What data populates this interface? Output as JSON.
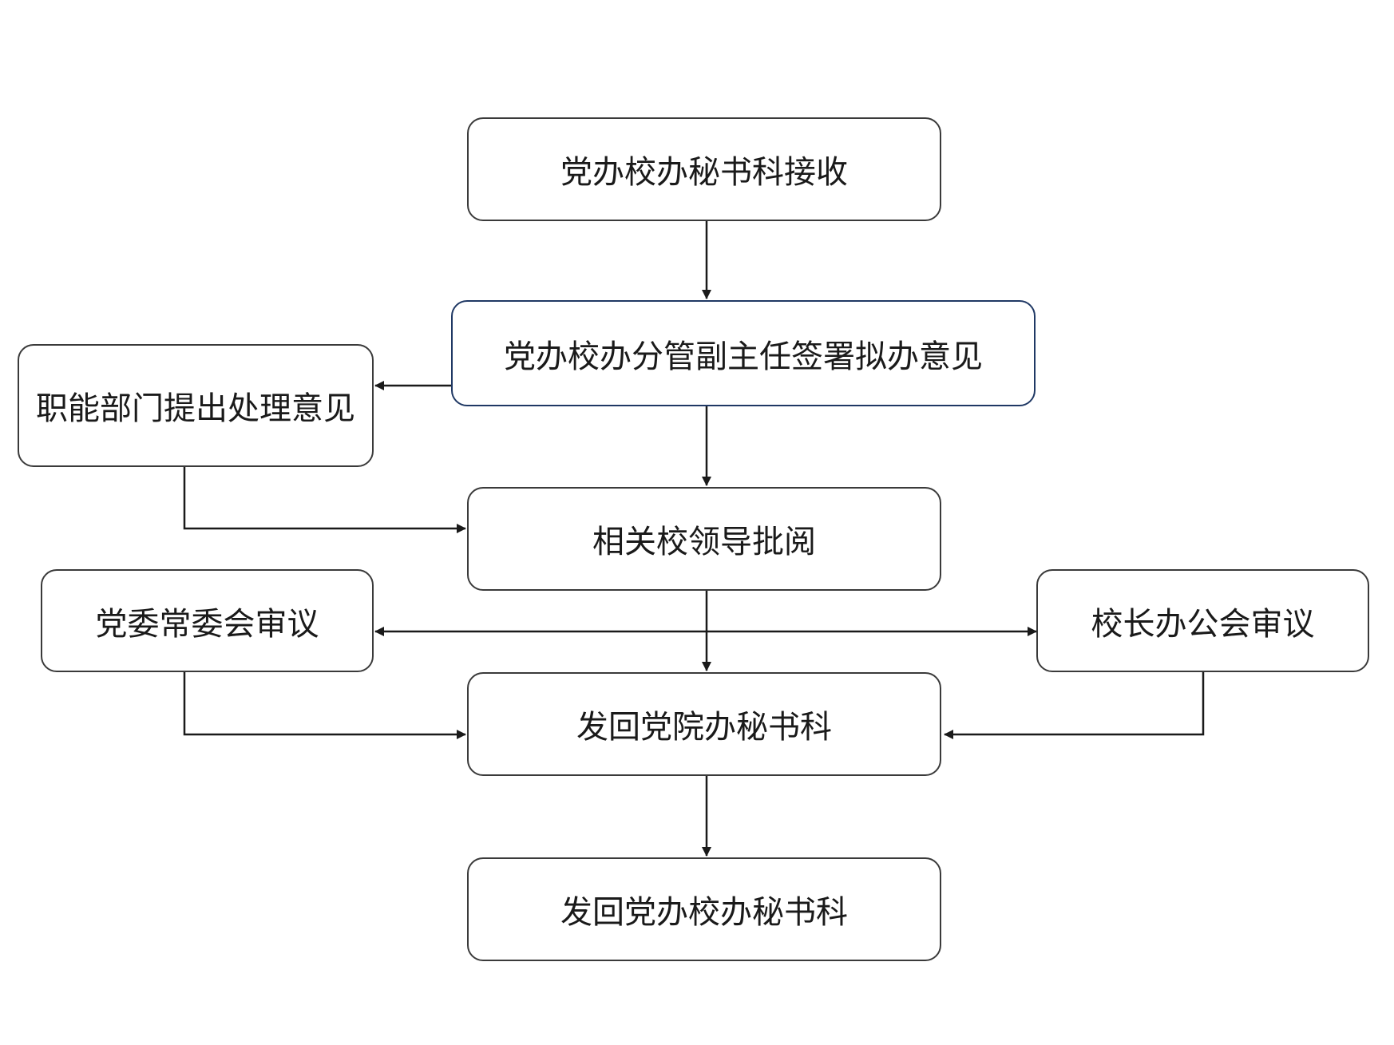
{
  "nodes": {
    "receive": "党办校办秘书科接收",
    "deputy_director": "党办校办分管副主任签署拟办意见",
    "functional_dept": "职能部门提出处理意见",
    "school_leaders": "相关校领导批阅",
    "party_committee": "党委常委会审议",
    "principal_meeting": "校长办公会审议",
    "return_party_office": "发回党院办秘书科",
    "return_final": "发回党办校办秘书科"
  },
  "colors": {
    "stroke": "#1a1a1a",
    "node_border": "#3a3a3a",
    "highlight_border": "#1f3864"
  }
}
